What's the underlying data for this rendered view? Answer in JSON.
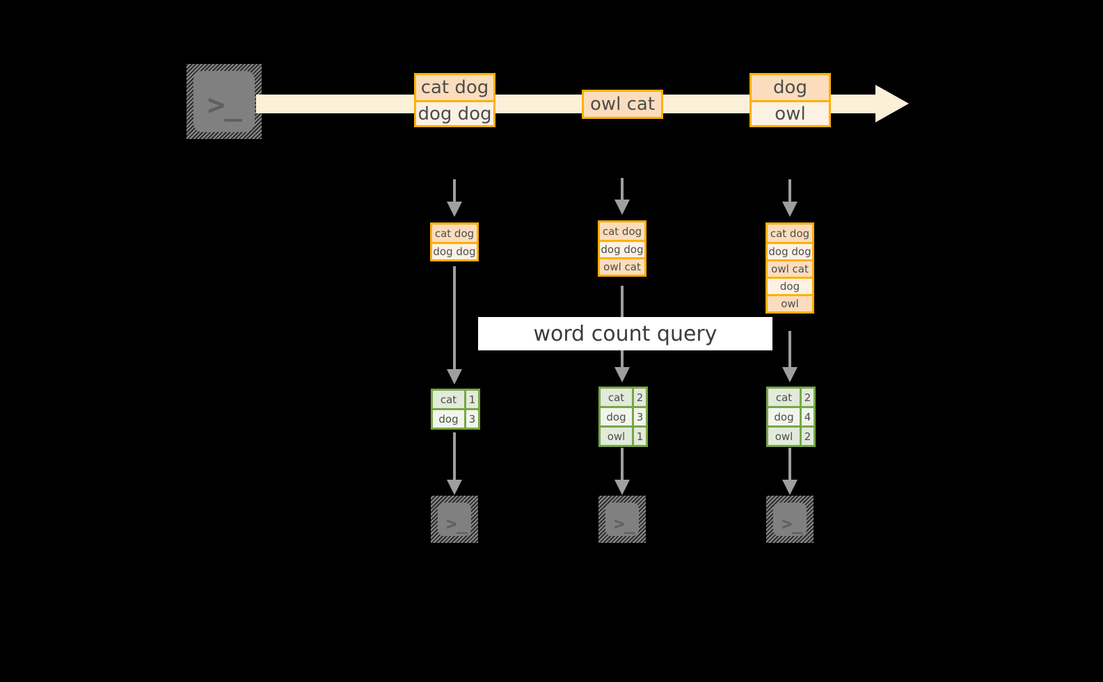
{
  "diagram": {
    "title": "word count query",
    "colors": {
      "background": "#000000",
      "stream_fill": "#fdf0d8",
      "record_border": "#ffb000",
      "record_fill_dark": "#fbddbd",
      "record_fill_light": "#fdf1e4",
      "table_border": "#76a747",
      "table_fill_dark": "#e2eada",
      "table_fill_light": "#f1f5ec",
      "connector": "#9f9f9f",
      "terminal_fill": "#808080",
      "label_background": "#ffffff",
      "text": "#4d4d4d"
    },
    "source": {
      "icon": "terminal-prompt-icon",
      "glyph": ">_"
    },
    "stream": {
      "icon": "right-arrow-icon",
      "events": [
        {
          "cells": [
            {
              "text": "cat dog",
              "shade": "dark"
            },
            {
              "text": "dog dog",
              "shade": "light"
            }
          ]
        },
        {
          "cells": [
            {
              "text": "owl cat",
              "shade": "dark"
            }
          ]
        },
        {
          "cells": [
            {
              "text": "dog",
              "shade": "dark"
            },
            {
              "text": "owl",
              "shade": "light"
            }
          ]
        }
      ]
    },
    "snapshots": [
      {
        "cells": [
          {
            "text": "cat dog",
            "shade": "dark"
          },
          {
            "text": "dog dog",
            "shade": "light"
          }
        ]
      },
      {
        "cells": [
          {
            "text": "cat dog",
            "shade": "dark"
          },
          {
            "text": "dog dog",
            "shade": "light"
          },
          {
            "text": "owl cat",
            "shade": "dark"
          }
        ]
      },
      {
        "cells": [
          {
            "text": "cat dog",
            "shade": "dark"
          },
          {
            "text": "dog dog",
            "shade": "light"
          },
          {
            "text": "owl cat",
            "shade": "dark"
          },
          {
            "text": "dog",
            "shade": "light"
          },
          {
            "text": "owl",
            "shade": "dark"
          }
        ]
      }
    ],
    "results": [
      {
        "rows": [
          {
            "word": "cat",
            "count": "1",
            "shade": "dark"
          },
          {
            "word": "dog",
            "count": "3",
            "shade": "light"
          }
        ]
      },
      {
        "rows": [
          {
            "word": "cat",
            "count": "2",
            "shade": "dark"
          },
          {
            "word": "dog",
            "count": "3",
            "shade": "light"
          },
          {
            "word": "owl",
            "count": "1",
            "shade": "dark"
          }
        ]
      },
      {
        "rows": [
          {
            "word": "cat",
            "count": "2",
            "shade": "dark"
          },
          {
            "word": "dog",
            "count": "4",
            "shade": "light"
          },
          {
            "word": "owl",
            "count": "2",
            "shade": "dark"
          }
        ]
      }
    ],
    "sinks": [
      {
        "icon": "terminal-prompt-icon",
        "glyph": ">_"
      },
      {
        "icon": "terminal-prompt-icon",
        "glyph": ">_"
      },
      {
        "icon": "terminal-prompt-icon",
        "glyph": ">_"
      }
    ]
  }
}
